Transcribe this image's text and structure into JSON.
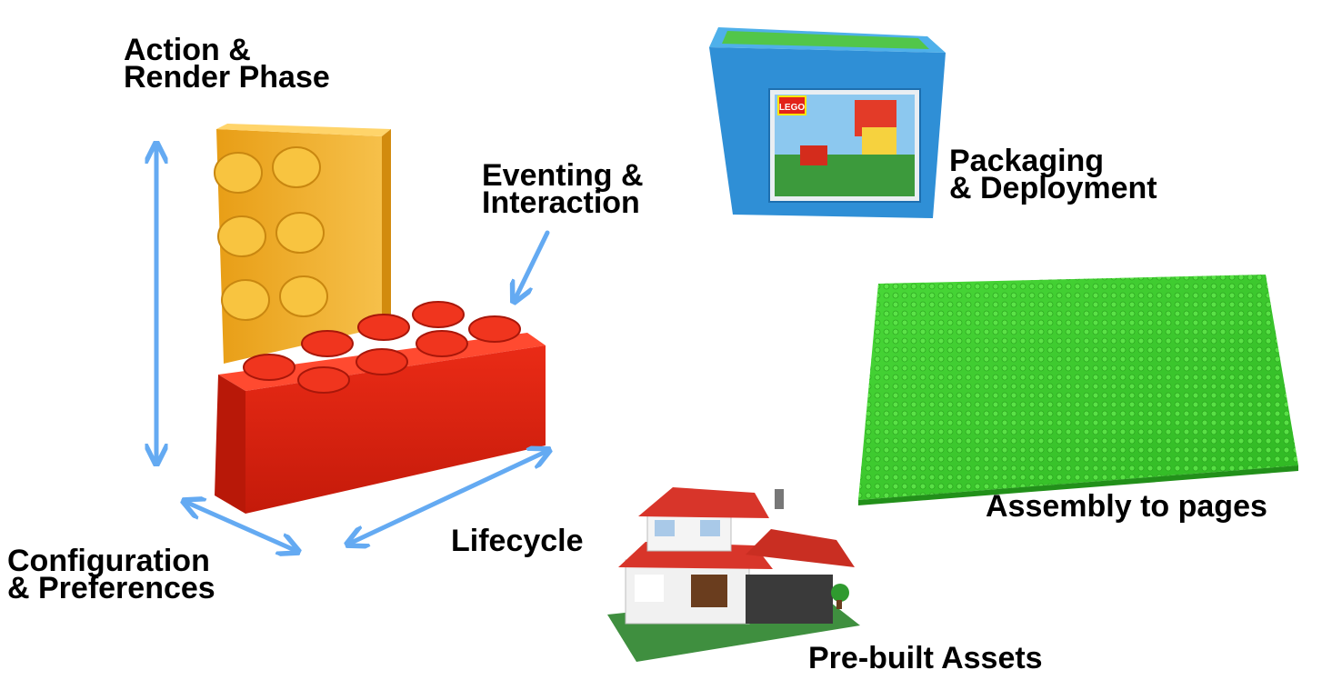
{
  "labels": {
    "action_render": [
      "Action &",
      "Render Phase"
    ],
    "eventing": [
      "Eventing &",
      "Interaction"
    ],
    "packaging": [
      "Packaging",
      "& Deployment"
    ],
    "configuration": [
      "Configuration",
      "& Preferences"
    ],
    "lifecycle": "Lifecycle",
    "assembly": "Assembly to pages",
    "prebuilt": "Pre-built Assets"
  },
  "box_brand": "LEGO",
  "colors": {
    "arrow": "#64aaf2",
    "yellow_brick": "#f3b52a",
    "red_brick": "#e62614",
    "baseplate": "#3fcf2c",
    "tub": "#2f8fd6"
  }
}
